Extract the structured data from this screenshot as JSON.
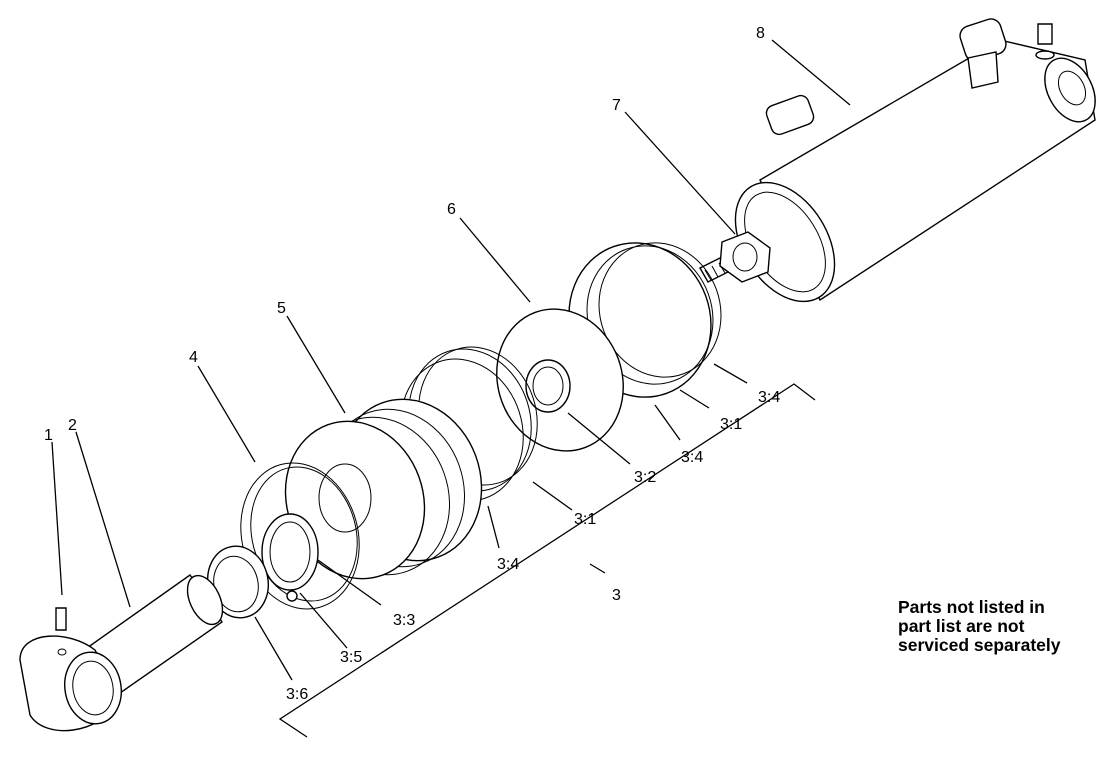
{
  "callouts": {
    "c1": "1",
    "c2": "2",
    "c3": "3",
    "c3_1a": "3:1",
    "c3_1b": "3:1",
    "c3_2": "3:2",
    "c3_3": "3:3",
    "c3_4a": "3:4",
    "c3_4b": "3:4",
    "c3_4c": "3:4",
    "c3_5": "3:5",
    "c3_6": "3:6",
    "c4": "4",
    "c5": "5",
    "c6": "6",
    "c7": "7",
    "c8": "8"
  },
  "note": {
    "line1": "Parts not listed in",
    "line2": "part list are not",
    "line3": "serviced separately"
  }
}
